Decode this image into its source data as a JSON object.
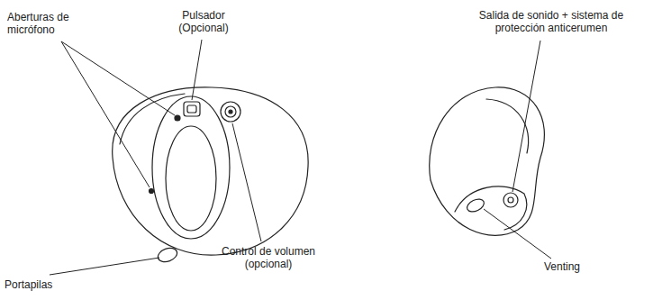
{
  "diagram": {
    "labels": [
      "Aberturas de micrófono",
      "Pulsador (Opcional)",
      "Salida de sonido + sistema de protección anticerumen",
      "Portapilas",
      "Control de volumen (opcional)",
      "Venting"
    ]
  }
}
